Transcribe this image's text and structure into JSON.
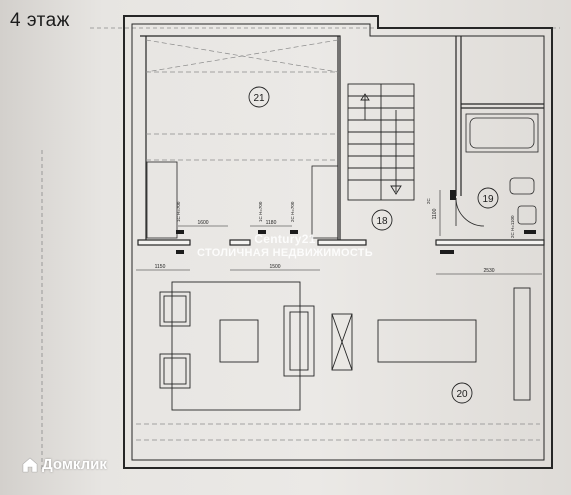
{
  "floor_label": "4 этаж",
  "watermark": {
    "text": "Домклик",
    "center_brand": "Century21",
    "center_text": "СТОЛИЧНАЯ НЕДВИЖИМОСТЬ"
  },
  "rooms": [
    {
      "id": "room-21",
      "number": "21"
    },
    {
      "id": "room-18",
      "number": "18"
    },
    {
      "id": "room-19",
      "number": "19"
    },
    {
      "id": "room-20",
      "number": "20"
    }
  ],
  "dimensions": [
    "1600",
    "1180",
    "1150",
    "1500",
    "2530",
    "1100"
  ],
  "annotations": {
    "socket_a": "1С Н=700",
    "socket_b": "1С Н=700",
    "socket_c": "2С Н=700",
    "socket_d": "2С",
    "socket_e": "2С Н=1100"
  },
  "colors": {
    "paper": "#e9e7e4",
    "line": "#2a2a2a",
    "dashed": "#8a8a8a",
    "watermark": "#ffffff"
  }
}
